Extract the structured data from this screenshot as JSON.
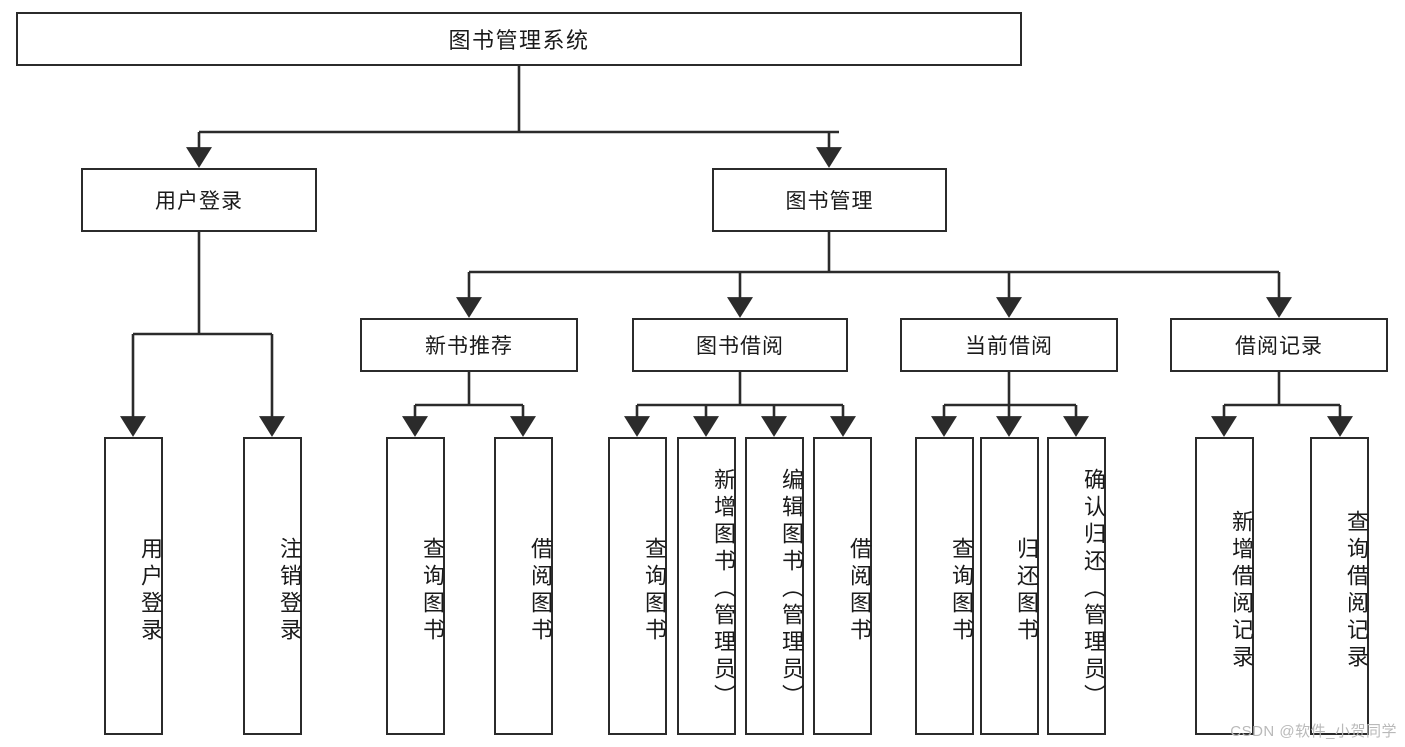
{
  "diagram": {
    "title": "图书管理系统",
    "type": "tree",
    "levels": 4,
    "root": {
      "label": "图书管理系统"
    },
    "level2": [
      {
        "label": "用户登录"
      },
      {
        "label": "图书管理"
      }
    ],
    "level3": [
      {
        "label": "新书推荐"
      },
      {
        "label": "图书借阅"
      },
      {
        "label": "当前借阅"
      },
      {
        "label": "借阅记录"
      }
    ],
    "leaves": {
      "user_login": [
        {
          "label": "用户登录"
        },
        {
          "label": "注销登录"
        }
      ],
      "new_book_recommend": [
        {
          "label": "查询图书"
        },
        {
          "label": "借阅图书"
        }
      ],
      "book_borrow": [
        {
          "label": "查询图书"
        },
        {
          "label": "新增图书（管理员）"
        },
        {
          "label": "编辑图书（管理员）"
        },
        {
          "label": "借阅图书"
        }
      ],
      "current_borrow": [
        {
          "label": "查询图书"
        },
        {
          "label": "归还图书"
        },
        {
          "label": "确认归还（管理员）"
        }
      ],
      "borrow_records": [
        {
          "label": "新增借阅记录"
        },
        {
          "label": "查询借阅记录"
        }
      ]
    }
  },
  "watermark": {
    "text": "CSDN @软件_小贺同学"
  },
  "colors": {
    "stroke": "#2b2b2b",
    "background": "#ffffff",
    "text": "#1a1a1a",
    "watermark": "#b9b9b9"
  }
}
